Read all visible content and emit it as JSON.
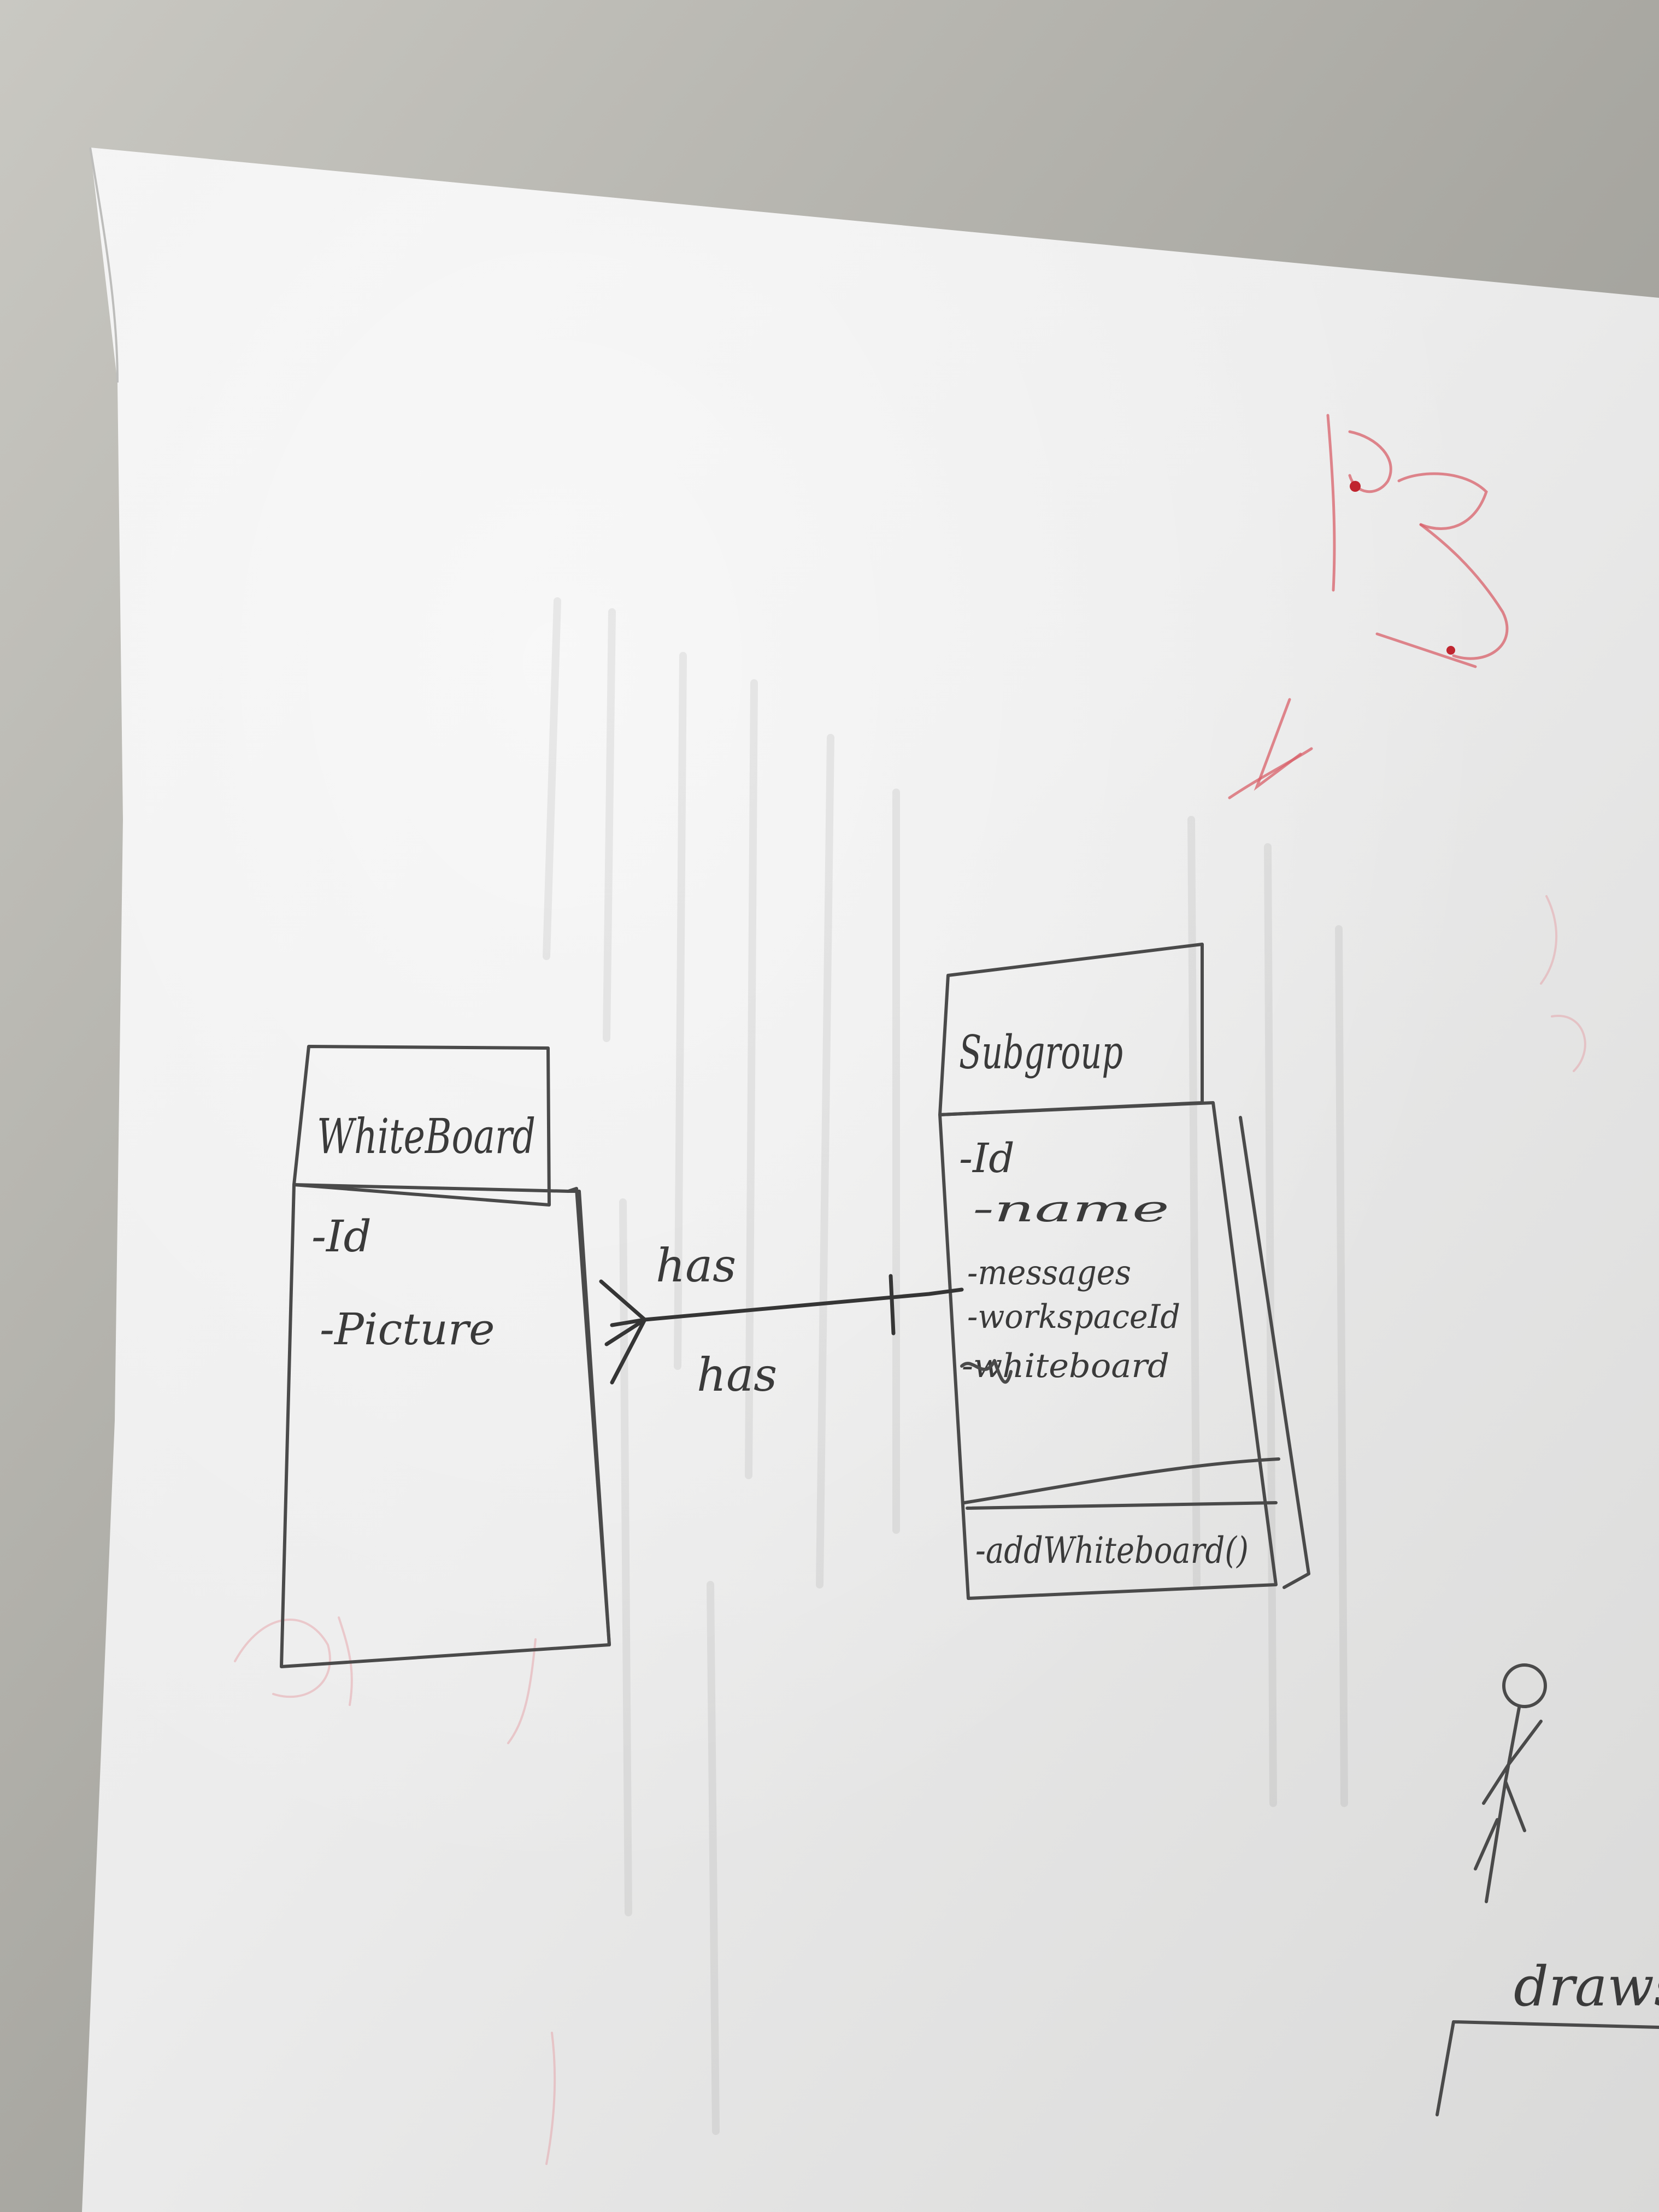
{
  "diagram": {
    "entity_left": {
      "title": "WhiteBoard",
      "attributes": [
        "-Id",
        "-Picture"
      ]
    },
    "entity_right": {
      "title": "Subgroup",
      "attributes": [
        "-Id",
        "-name",
        "-messages",
        "-workspaceId",
        "-whiteboard"
      ],
      "methods": [
        "-addWhiteboard()"
      ]
    },
    "relationship": {
      "label_upper": "has",
      "label_lower": "has"
    },
    "actor_label": "draws"
  }
}
